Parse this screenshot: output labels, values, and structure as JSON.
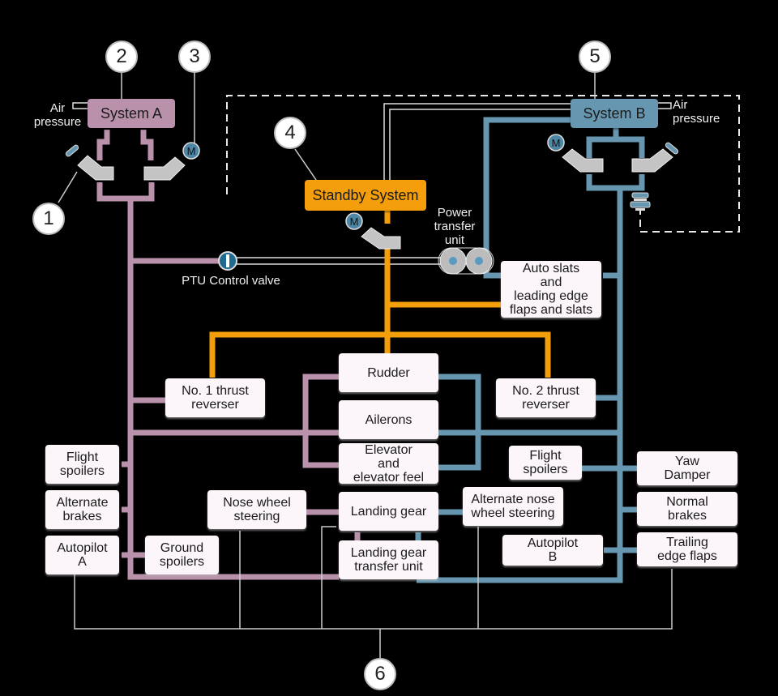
{
  "colors": {
    "background": "#000000",
    "system_a": "#b991ab",
    "system_b": "#6797b0",
    "standby": "#f59e0b",
    "component_box": "#fcf6fb",
    "line_white": "#e8e8e8"
  },
  "systems": {
    "system_a": "System A",
    "system_b": "System B",
    "standby": "Standby System"
  },
  "labels": {
    "air_pressure_a": "Air\npressure",
    "air_pressure_b": "Air\npressure",
    "ptu": "Power\ntransfer\nunit",
    "ptu_valve": "PTU Control valve"
  },
  "motor_label": "M",
  "callouts": [
    "1",
    "2",
    "3",
    "4",
    "5",
    "6"
  ],
  "components": {
    "auto_slats": "Auto slats\nand\nleading edge\nflaps and slats",
    "rudder": "Rudder",
    "thrust_rev_1": "No. 1 thrust\nreverser",
    "thrust_rev_2": "No. 2 thrust\nreverser",
    "ailerons": "Ailerons",
    "elevator": "Elevator\nand\nelevator feel",
    "flight_spoilers_a": "Flight\nspoilers",
    "alternate_brakes": "Alternate\nbrakes",
    "autopilot_a": "Autopilot\nA",
    "ground_spoilers": "Ground\nspoilers",
    "nose_wheel_steering": "Nose wheel\nsteering",
    "landing_gear": "Landing gear",
    "landing_gear_transfer": "Landing gear\ntransfer unit",
    "alt_nose_wheel": "Alternate nose\nwheel steering",
    "flight_spoilers_b": "Flight\nspoilers",
    "autopilot_b": "Autopilot\nB",
    "yaw_damper": "Yaw\nDamper",
    "normal_brakes": "Normal\nbrakes",
    "trailing_edge": "Trailing\nedge flaps"
  }
}
